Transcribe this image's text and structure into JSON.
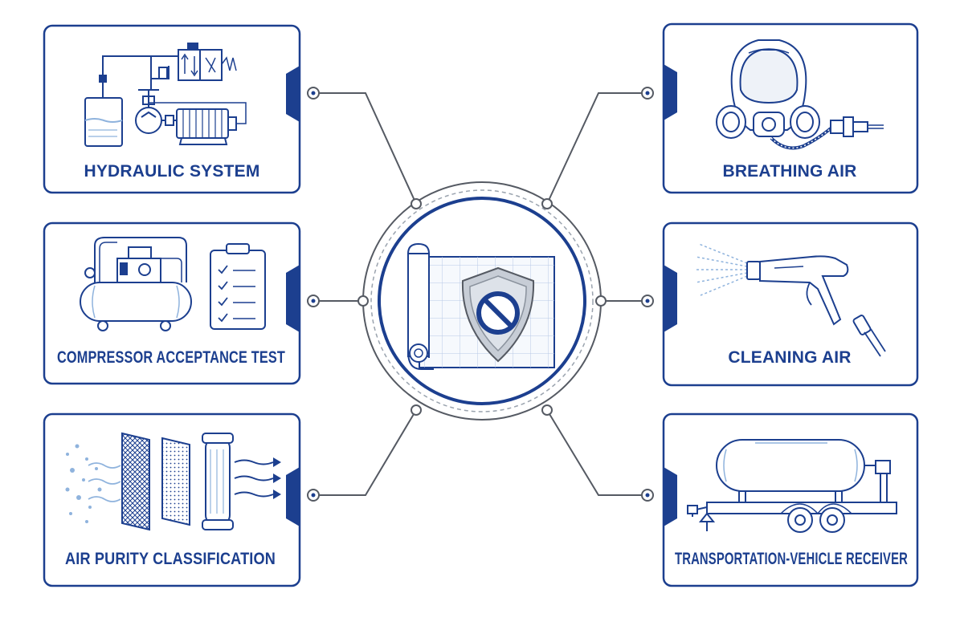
{
  "colors": {
    "primary": "#1c3f8f",
    "line": "#555a63",
    "light_blue": "#8fb3dd",
    "fill_light": "#eef2f8",
    "background": "#ffffff"
  },
  "center": {
    "icon": "shield-prohibited-on-blueprint-icon"
  },
  "cards": [
    {
      "id": "hydraulic-system",
      "label": "HYDRAULIC SYSTEM",
      "icon": "hydraulic-circuit-icon"
    },
    {
      "id": "compressor-acceptance-test",
      "label": "COMPRESSOR ACCEPTANCE TEST",
      "icon": "compressor-checklist-icon"
    },
    {
      "id": "air-purity-classification",
      "label": "AIR PURITY CLASSIFICATION",
      "icon": "air-filter-icon"
    },
    {
      "id": "breathing-air",
      "label": "BREATHING AIR",
      "icon": "respirator-mask-icon"
    },
    {
      "id": "cleaning-air",
      "label": "CLEANING AIR",
      "icon": "air-blow-gun-icon"
    },
    {
      "id": "transportation-vehicle-receiver",
      "label": "TRANSPORTATION-VEHICLE RECEIVER",
      "icon": "tank-trailer-icon"
    }
  ]
}
